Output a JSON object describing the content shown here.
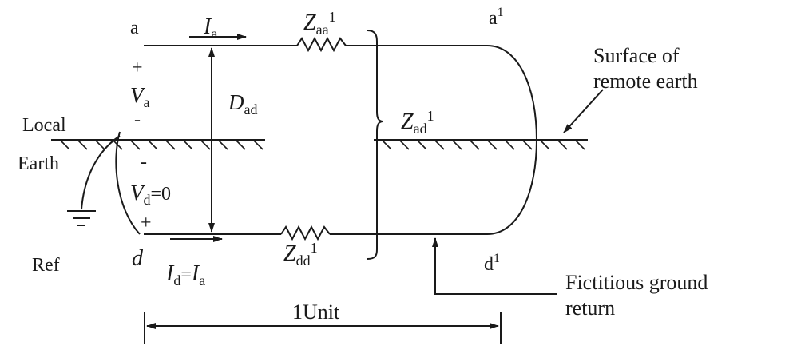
{
  "labels": {
    "node_a": "a",
    "node_a1": "a",
    "node_a1_sup": "1",
    "node_d": "d",
    "node_d1": "d",
    "node_d1_sup": "1",
    "plus_top": "+",
    "minus_top": "-",
    "va_main": "V",
    "va_sub": "a",
    "dad_main": "D",
    "dad_sub": "ad",
    "local": "Local",
    "earth": "Earth",
    "minus_bottom": "-",
    "vd_main": "V",
    "vd_sub": "d",
    "vd_eq": "=0",
    "plus_bottom": "+",
    "ref": "Ref",
    "ia_main": "I",
    "ia_sub": "a",
    "id_main": "I",
    "id_sub": "d",
    "id_eq": "=",
    "id_rhs_main": "I",
    "id_rhs_sub": "a",
    "zaa_main": "Z",
    "zaa_sub": "aa",
    "zaa_sup": "1",
    "zad_main": "Z",
    "zad_sub": "ad",
    "zad_sup": "1",
    "zdd_main": "Z",
    "zdd_sub": "dd",
    "zdd_sup": "1",
    "surface_line1": "Surface of",
    "surface_line2": "remote earth",
    "fict_line1": "Fictitious ground",
    "fict_line2": "return",
    "unit": "1Unit"
  }
}
